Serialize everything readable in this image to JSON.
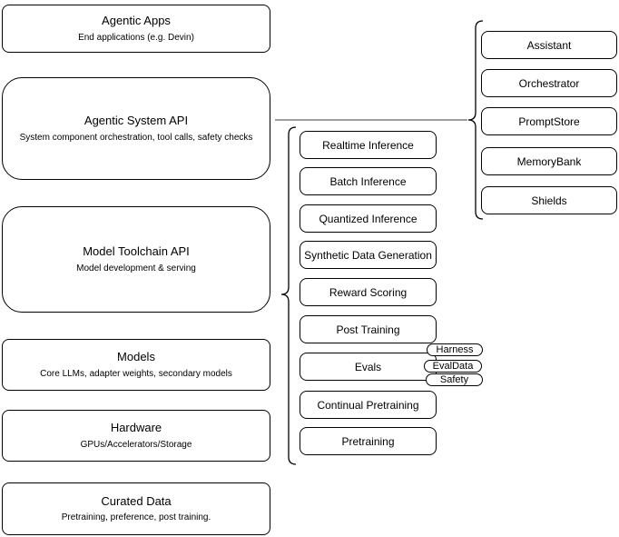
{
  "stack": [
    {
      "title": "Agentic Apps",
      "subtitle": "End applications (e.g. Devin)"
    },
    {
      "title": "Agentic System API",
      "subtitle": "System component orchestration, tool calls, safety checks"
    },
    {
      "title": "Model Toolchain API",
      "subtitle": "Model development & serving"
    },
    {
      "title": "Models",
      "subtitle": "Core LLMs, adapter weights, secondary models"
    },
    {
      "title": "Hardware",
      "subtitle": "GPUs/Accelerators/Storage"
    },
    {
      "title": "Curated Data",
      "subtitle": "Pretraining, preference, post training."
    }
  ],
  "toolchain": {
    "items": [
      "Realtime Inference",
      "Batch Inference",
      "Quantized Inference",
      "Synthetic Data Generation",
      "Reward Scoring",
      "Post Training",
      "Evals",
      "Continual Pretraining",
      "Pretraining"
    ]
  },
  "evals": {
    "tags": [
      "Harness",
      "EvalData",
      "Safety"
    ]
  },
  "agentic_components": {
    "items": [
      "Assistant",
      "Orchestrator",
      "PromptStore",
      "MemoryBank",
      "Shields"
    ]
  },
  "colors": {
    "stroke": "#000000",
    "connector": "#666666",
    "background": "#ffffff"
  }
}
